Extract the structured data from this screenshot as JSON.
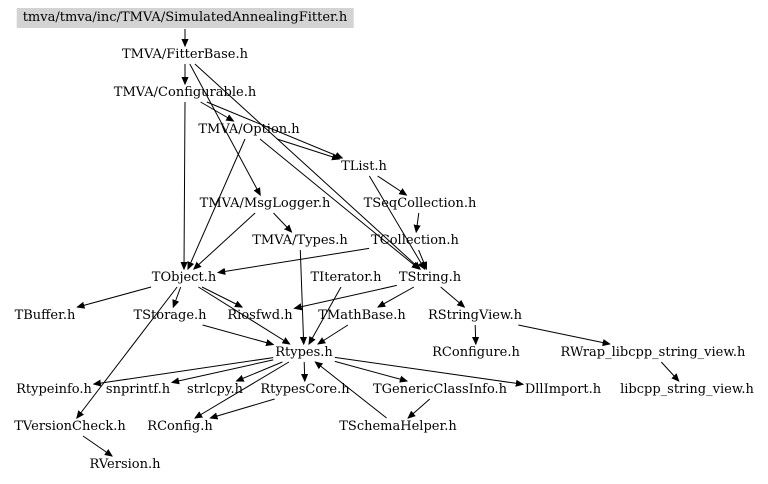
{
  "graph": {
    "root": "tmva/tmva/inc/TMVA/SimulatedAnnealingFitter.h",
    "nodes": {
      "root": "tmva/tmva/inc/TMVA/SimulatedAnnealingFitter.h",
      "fitterbase": "TMVA/FitterBase.h",
      "configurable": "TMVA/Configurable.h",
      "option": "TMVA/Option.h",
      "tlist": "TList.h",
      "tseqcollection": "TSeqCollection.h",
      "msglogger": "TMVA/MsgLogger.h",
      "types": "TMVA/Types.h",
      "tcollection": "TCollection.h",
      "tobject": "TObject.h",
      "titerator": "TIterator.h",
      "tstring": "TString.h",
      "tbuffer": "TBuffer.h",
      "tstorage": "TStorage.h",
      "riosfwd": "Riosfwd.h",
      "tmathbase": "TMathBase.h",
      "rstringview": "RStringView.h",
      "rtypes": "Rtypes.h",
      "rconfigure": "RConfigure.h",
      "rwrap": "RWrap_libcpp_string_view.h",
      "rtypeinfo": "Rtypeinfo.h",
      "snprintf": "snprintf.h",
      "strlcpy": "strlcpy.h",
      "rtypescore": "RtypesCore.h",
      "tgenericclassinfo": "TGenericClassInfo.h",
      "dllimport": "DllImport.h",
      "libcpp": "libcpp_string_view.h",
      "tversioncheck": "TVersionCheck.h",
      "rconfig": "RConfig.h",
      "tschemahelper": "TSchemaHelper.h",
      "rversion": "RVersion.h"
    },
    "edges": [
      [
        "root",
        "fitterbase"
      ],
      [
        "fitterbase",
        "configurable"
      ],
      [
        "fitterbase",
        "msglogger"
      ],
      [
        "fitterbase",
        "tstring"
      ],
      [
        "configurable",
        "option"
      ],
      [
        "configurable",
        "tlist"
      ],
      [
        "configurable",
        "tobject"
      ],
      [
        "option",
        "tlist"
      ],
      [
        "option",
        "tobject"
      ],
      [
        "option",
        "tstring"
      ],
      [
        "tlist",
        "tseqcollection"
      ],
      [
        "tlist",
        "tstring"
      ],
      [
        "tseqcollection",
        "tcollection"
      ],
      [
        "msglogger",
        "types"
      ],
      [
        "msglogger",
        "tobject"
      ],
      [
        "types",
        "rtypes"
      ],
      [
        "tcollection",
        "tobject"
      ],
      [
        "tcollection",
        "tstring"
      ],
      [
        "tobject",
        "tbuffer"
      ],
      [
        "tobject",
        "tstorage"
      ],
      [
        "tobject",
        "riosfwd"
      ],
      [
        "tobject",
        "rtypes"
      ],
      [
        "tobject",
        "tversioncheck"
      ],
      [
        "tstring",
        "tmathbase"
      ],
      [
        "tstring",
        "rstringview"
      ],
      [
        "tstring",
        "riosfwd"
      ],
      [
        "titerator",
        "rtypes"
      ],
      [
        "tstorage",
        "rtypes"
      ],
      [
        "tmathbase",
        "rtypes"
      ],
      [
        "rstringview",
        "rconfigure"
      ],
      [
        "rstringview",
        "rwrap"
      ],
      [
        "rwrap",
        "libcpp"
      ],
      [
        "rtypes",
        "rtypeinfo"
      ],
      [
        "rtypes",
        "snprintf"
      ],
      [
        "rtypes",
        "strlcpy"
      ],
      [
        "rtypes",
        "rtypescore"
      ],
      [
        "rtypes",
        "tgenericclassinfo"
      ],
      [
        "rtypes",
        "dllimport"
      ],
      [
        "rtypes",
        "rconfig"
      ],
      [
        "rtypescore",
        "rconfig"
      ],
      [
        "tgenericclassinfo",
        "tschemahelper"
      ],
      [
        "tschemahelper",
        "rtypes"
      ],
      [
        "tversioncheck",
        "rversion"
      ]
    ]
  }
}
